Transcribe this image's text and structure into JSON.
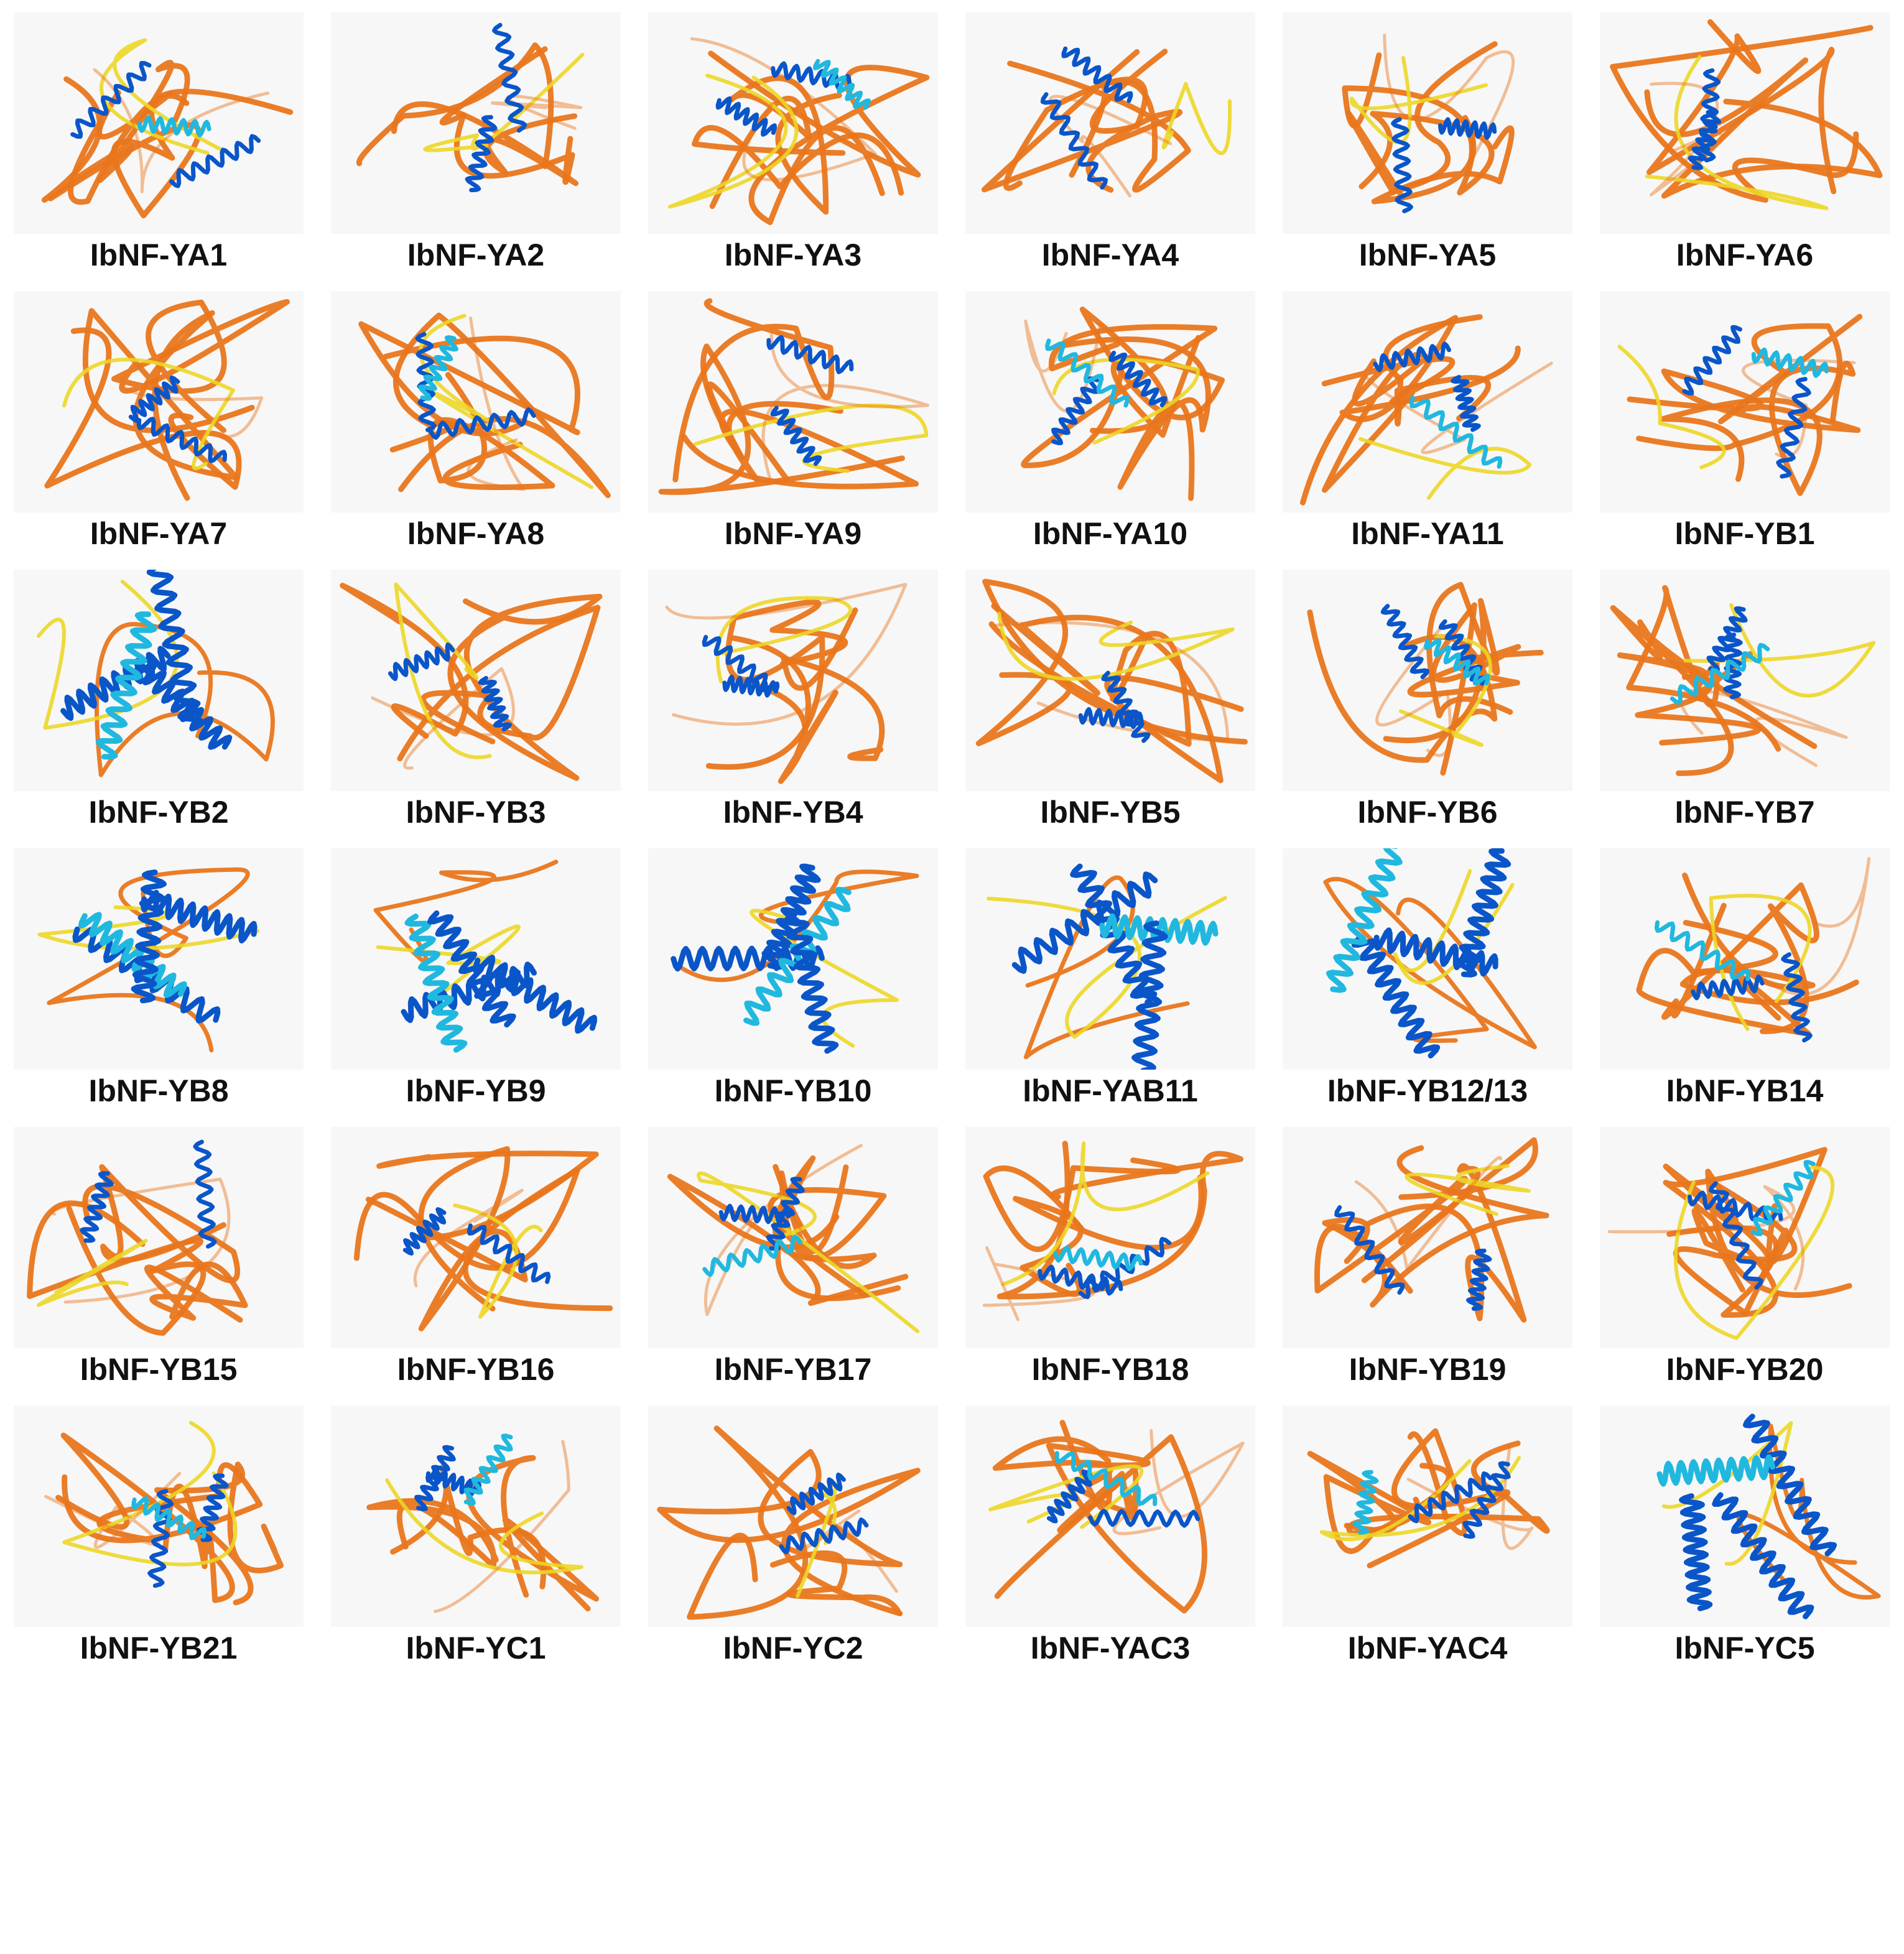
{
  "title": "",
  "colors": {
    "very_high": "#0a56c9",
    "high": "#21b8df",
    "low": "#ecd626",
    "very_low": "#e9761c",
    "panel": "#f7f7f7"
  },
  "icons": {
    "structure": "protein-structure-icon"
  },
  "proteins": [
    {
      "label": "IbNF-YA1"
    },
    {
      "label": "IbNF-YA2"
    },
    {
      "label": "IbNF-YA3"
    },
    {
      "label": "IbNF-YA4"
    },
    {
      "label": "IbNF-YA5"
    },
    {
      "label": "IbNF-YA6"
    },
    {
      "label": "IbNF-YA7"
    },
    {
      "label": "IbNF-YA8"
    },
    {
      "label": "IbNF-YA9"
    },
    {
      "label": "IbNF-YA10"
    },
    {
      "label": "IbNF-YA11"
    },
    {
      "label": "IbNF-YB1"
    },
    {
      "label": "IbNF-YB2"
    },
    {
      "label": "IbNF-YB3"
    },
    {
      "label": "IbNF-YB4"
    },
    {
      "label": "IbNF-YB5"
    },
    {
      "label": "IbNF-YB6"
    },
    {
      "label": "IbNF-YB7"
    },
    {
      "label": "IbNF-YB8"
    },
    {
      "label": "IbNF-YB9"
    },
    {
      "label": "IbNF-YB10"
    },
    {
      "label": "IbNF-YAB11"
    },
    {
      "label": "IbNF-YB12/13"
    },
    {
      "label": "IbNF-YB14"
    },
    {
      "label": "IbNF-YB15"
    },
    {
      "label": "IbNF-YB16"
    },
    {
      "label": "IbNF-YB17"
    },
    {
      "label": "IbNF-YB18"
    },
    {
      "label": "IbNF-YB19"
    },
    {
      "label": "IbNF-YB20"
    },
    {
      "label": "IbNF-YB21"
    },
    {
      "label": "IbNF-YC1"
    },
    {
      "label": "IbNF-YC2"
    },
    {
      "label": "IbNF-YAC3"
    },
    {
      "label": "IbNF-YAC4"
    },
    {
      "label": "IbNF-YC5"
    }
  ]
}
